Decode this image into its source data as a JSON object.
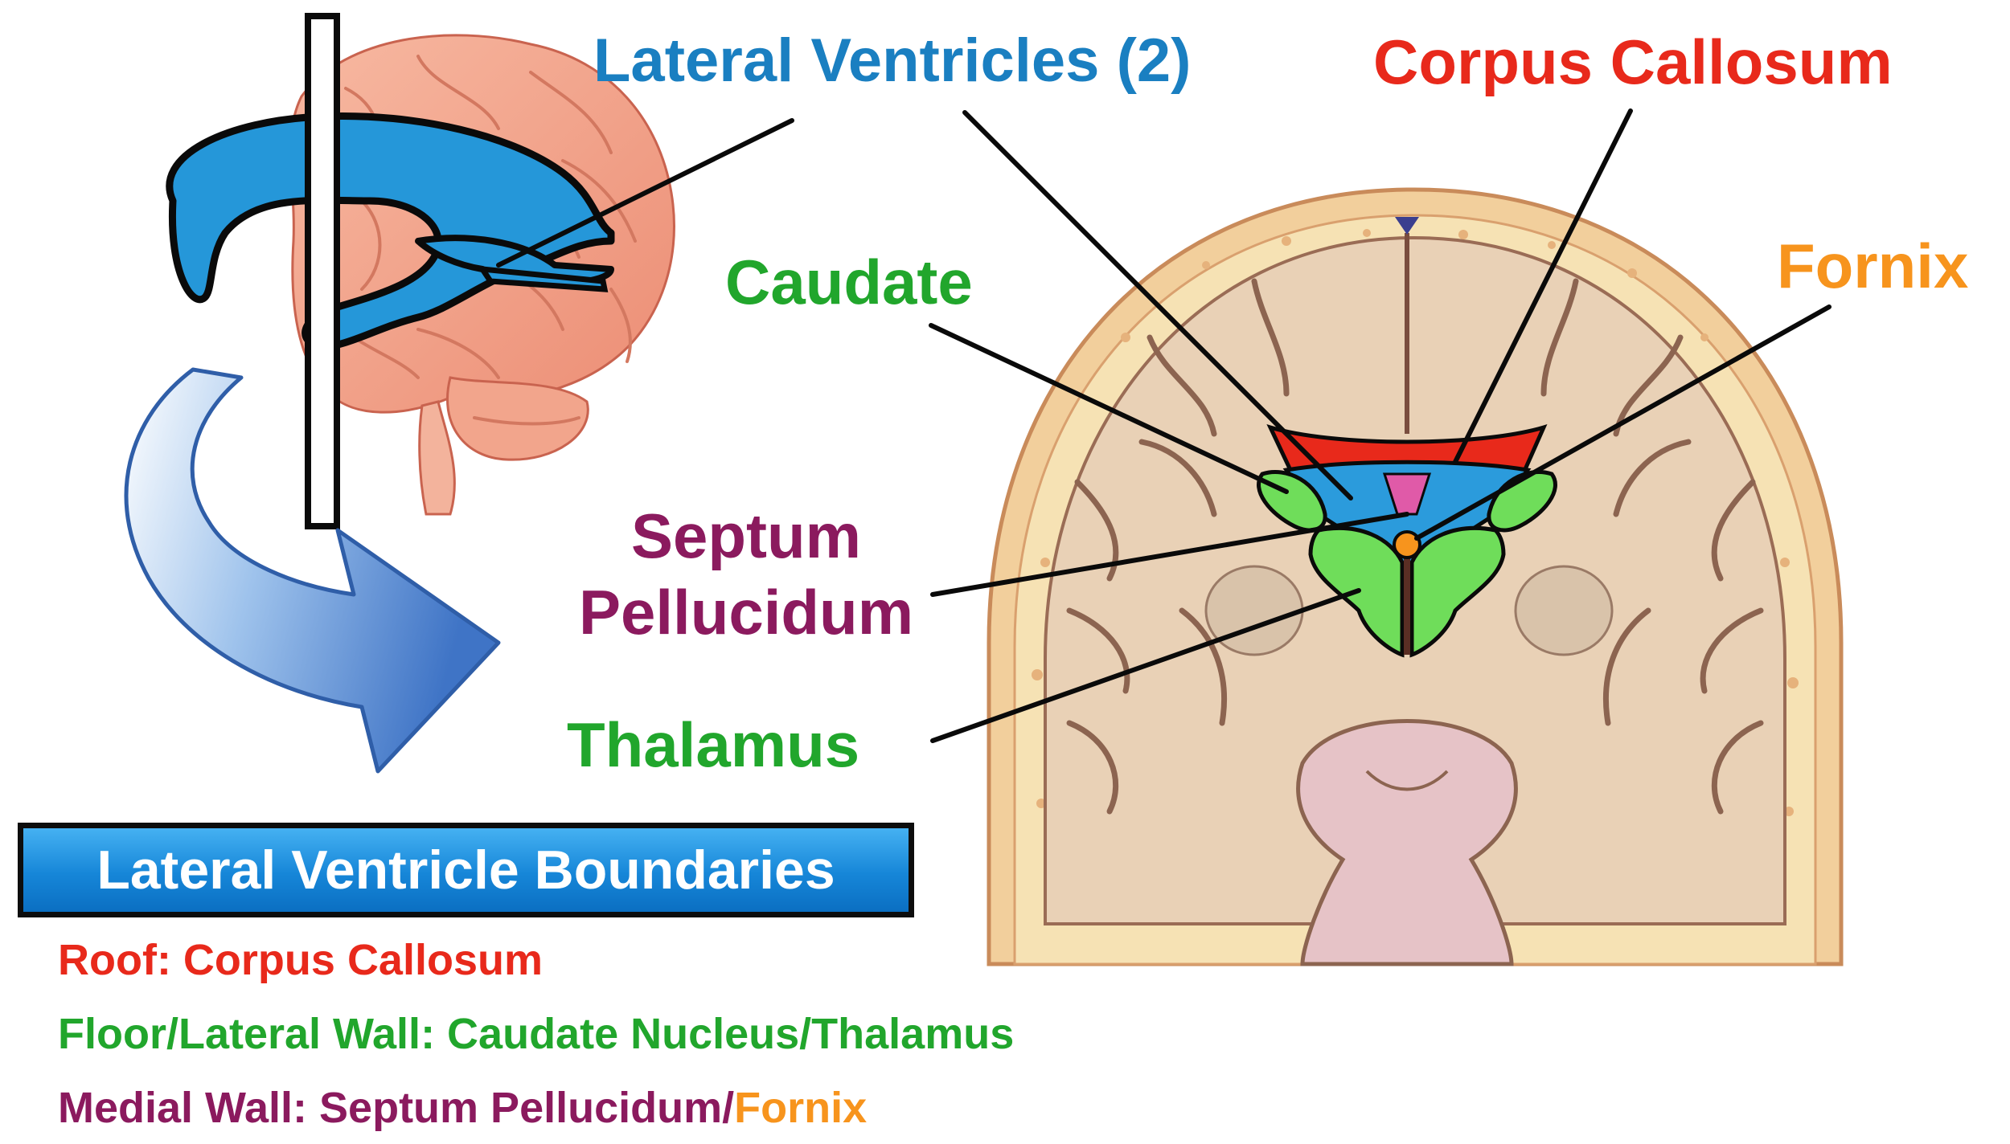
{
  "colors": {
    "ventricle_blue": "#1a7fc1",
    "callosum_red": "#e8291b",
    "caudate_green": "#21a62c",
    "septum_purple": "#8b1a5e",
    "fornix_orange": "#f7941d",
    "title_box_blue": "#1a8ae0"
  },
  "labels": {
    "lateral_ventricles": "Lateral Ventricles (2)",
    "corpus_callosum": "Corpus Callosum",
    "caudate": "Caudate",
    "fornix": "Fornix",
    "septum_pellucidum": "Septum Pellucidum",
    "thalamus": "Thalamus"
  },
  "boundaries": {
    "title": "Lateral Ventricle Boundaries",
    "roof": "Roof: Corpus Callosum",
    "floor_lateral_wall": "Floor/Lateral Wall: Caudate Nucleus/Thalamus",
    "medial_wall_prefix": "Medial Wall: Septum Pellucidum/",
    "medial_wall_suffix": "Fornix"
  },
  "icons": [
    "brain-illustration",
    "lateral-ventricle-shape",
    "coronal-section-illustration",
    "curved-arrow-icon",
    "section-plane-bar"
  ]
}
